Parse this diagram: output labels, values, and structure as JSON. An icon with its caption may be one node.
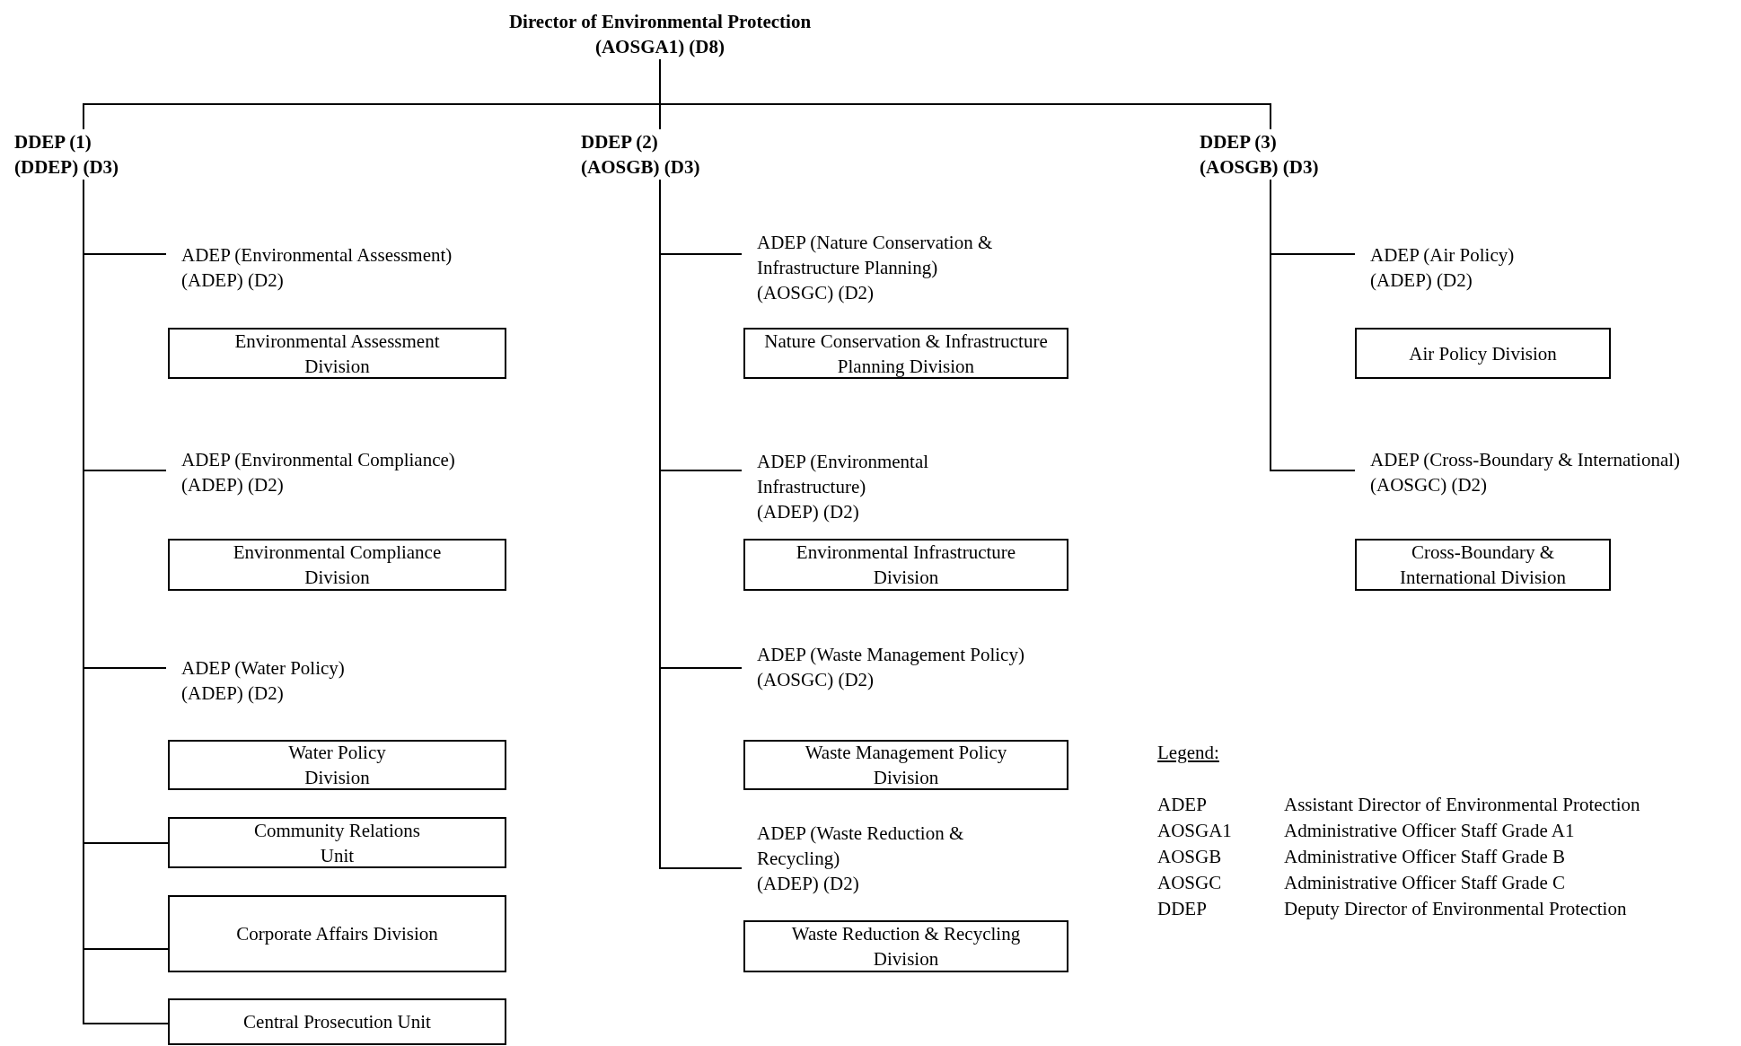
{
  "diagram": {
    "nodes": [
      {
        "text": [
          "Director of Environmental Protection (AOSGA1) (D8)"
        ]
      },
      {
        "text": [
          "DDEP (1) (DDEP) (D3)"
        ]
      },
      {
        "text": [
          "DDEP (2) (AOSGB) (D3)"
        ]
      },
      {
        "text": [
          "DDEP (3) (AOSGB) (D3)"
        ]
      },
      {
        "text": [
          "ADEP (Environmental Assessment)",
          "(ADEP) (D2)"
        ]
      },
      {
        "text": [
          "Environmental Assessment Division"
        ]
      },
      {
        "text": [
          "ADEP (Environmental Compliance)",
          "(ADEP) (D2)"
        ]
      },
      {
        "text": [
          "Environmental Compliance Division"
        ]
      },
      {
        "text": [
          "ADEP (Water Policy)",
          "(ADEP) (D2)"
        ]
      },
      {
        "text": [
          "Water Policy Division"
        ]
      },
      {
        "text": [
          "Community Relations Unit"
        ]
      },
      {
        "text": [
          "Corporate Affairs Division"
        ]
      },
      {
        "text": [
          "Central Prosecution Unit"
        ]
      },
      {
        "text": [
          "ADEP (Nature Conservation & Infrastructure Planning)",
          "(AOSGC) (D2)"
        ]
      },
      {
        "text": [
          "Nature Conservation & Infrastructure Planning Division"
        ]
      },
      {
        "text": [
          "ADEP (Environmental Infrastructure)",
          "(ADEP) (D2)"
        ]
      },
      {
        "text": [
          "Environmental Infrastructure Division"
        ]
      },
      {
        "text": [
          "ADEP (Waste Management Policy)",
          "(AOSGC) (D2)"
        ]
      },
      {
        "text": [
          "Waste Management Policy Division"
        ]
      },
      {
        "text": [
          "ADEP (Waste Reduction & Recycling)",
          "(ADEP) (D2)"
        ]
      },
      {
        "text": [
          "Waste Reduction & Recycling Division"
        ]
      },
      {
        "text": [
          "ADEP (Air Policy)",
          "(ADEP) (D2)"
        ]
      },
      {
        "text": [
          "Air Policy Division"
        ]
      },
      {
        "text": [
          "ADEP (Cross-Boundary & International)",
          "(AOSGC) (D2)"
        ]
      },
      {
        "text": [
          "Cross-Boundary & International Division"
        ]
      }
    ],
    "edges": [
      {
        "from": 0,
        "to": 1,
        "arrow": "none"
      },
      {
        "from": 0,
        "to": 2,
        "arrow": "none"
      },
      {
        "from": 0,
        "to": 3,
        "arrow": "none"
      },
      {
        "from": 1,
        "to": 4,
        "arrow": "none"
      },
      {
        "from": 1,
        "to": 6,
        "arrow": "none"
      },
      {
        "from": 1,
        "to": 8,
        "arrow": "none"
      },
      {
        "from": 1,
        "to": 10,
        "arrow": "none"
      },
      {
        "from": 1,
        "to": 11,
        "arrow": "none"
      },
      {
        "from": 1,
        "to": 12,
        "arrow": "none"
      },
      {
        "from": 2,
        "to": 13,
        "arrow": "none"
      },
      {
        "from": 2,
        "to": 15,
        "arrow": "none"
      },
      {
        "from": 2,
        "to": 17,
        "arrow": "none"
      },
      {
        "from": 2,
        "to": 19,
        "arrow": "none"
      },
      {
        "from": 3,
        "to": 21,
        "arrow": "none"
      },
      {
        "from": 3,
        "to": 23,
        "arrow": "none"
      }
    ],
    "labels": [
      "Legend:",
      "ADEP",
      "Assistant Director of Environmental Protection",
      "AOSGA1",
      "Administrative Officer Staff Grade A1",
      "AOSGB",
      "Administrative Officer Staff Grade B",
      "AOSGC",
      "Administrative Officer Staff Grade C",
      "DDEP",
      "Deputy Director of Environmental Protection"
    ]
  }
}
